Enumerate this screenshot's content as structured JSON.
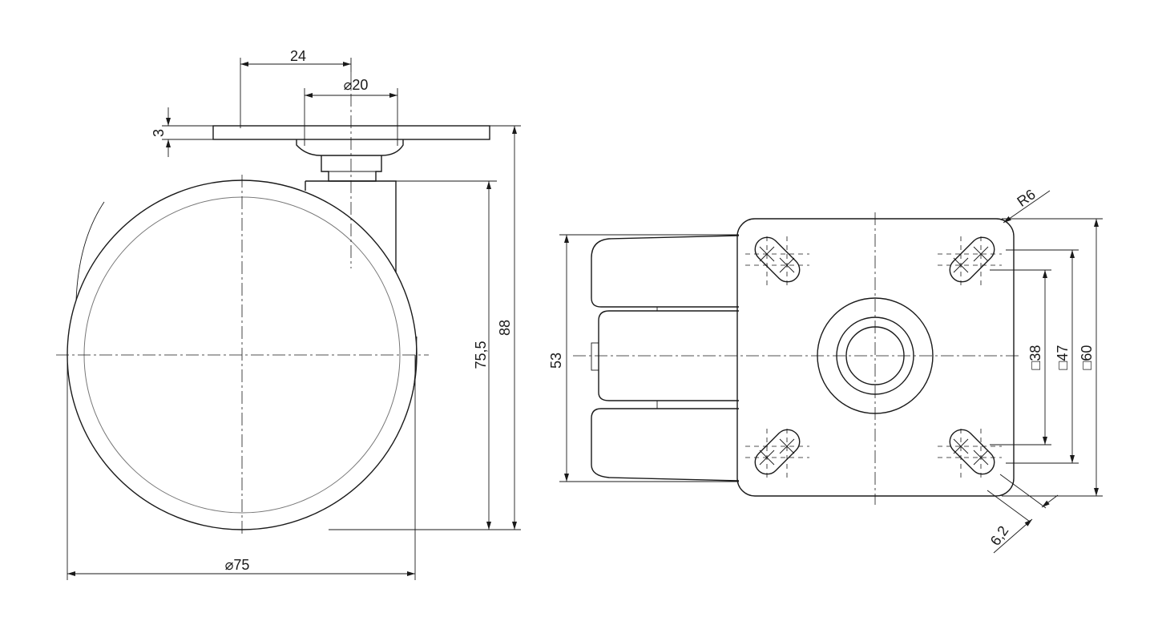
{
  "dimensions": {
    "plate_offset": "24",
    "stem_diameter": "⌀20",
    "plate_thickness": "3",
    "overall_height": "88",
    "wheel_height": "75,5",
    "wheel_diameter": "⌀75",
    "radius": "R6",
    "plate_width": "53",
    "hole_spacing_small": "□38",
    "hole_spacing_mid": "□47",
    "plate_size": "□60",
    "slot_width": "6,2"
  },
  "colors": {
    "line": "#1a1a1a",
    "background": "#ffffff"
  }
}
